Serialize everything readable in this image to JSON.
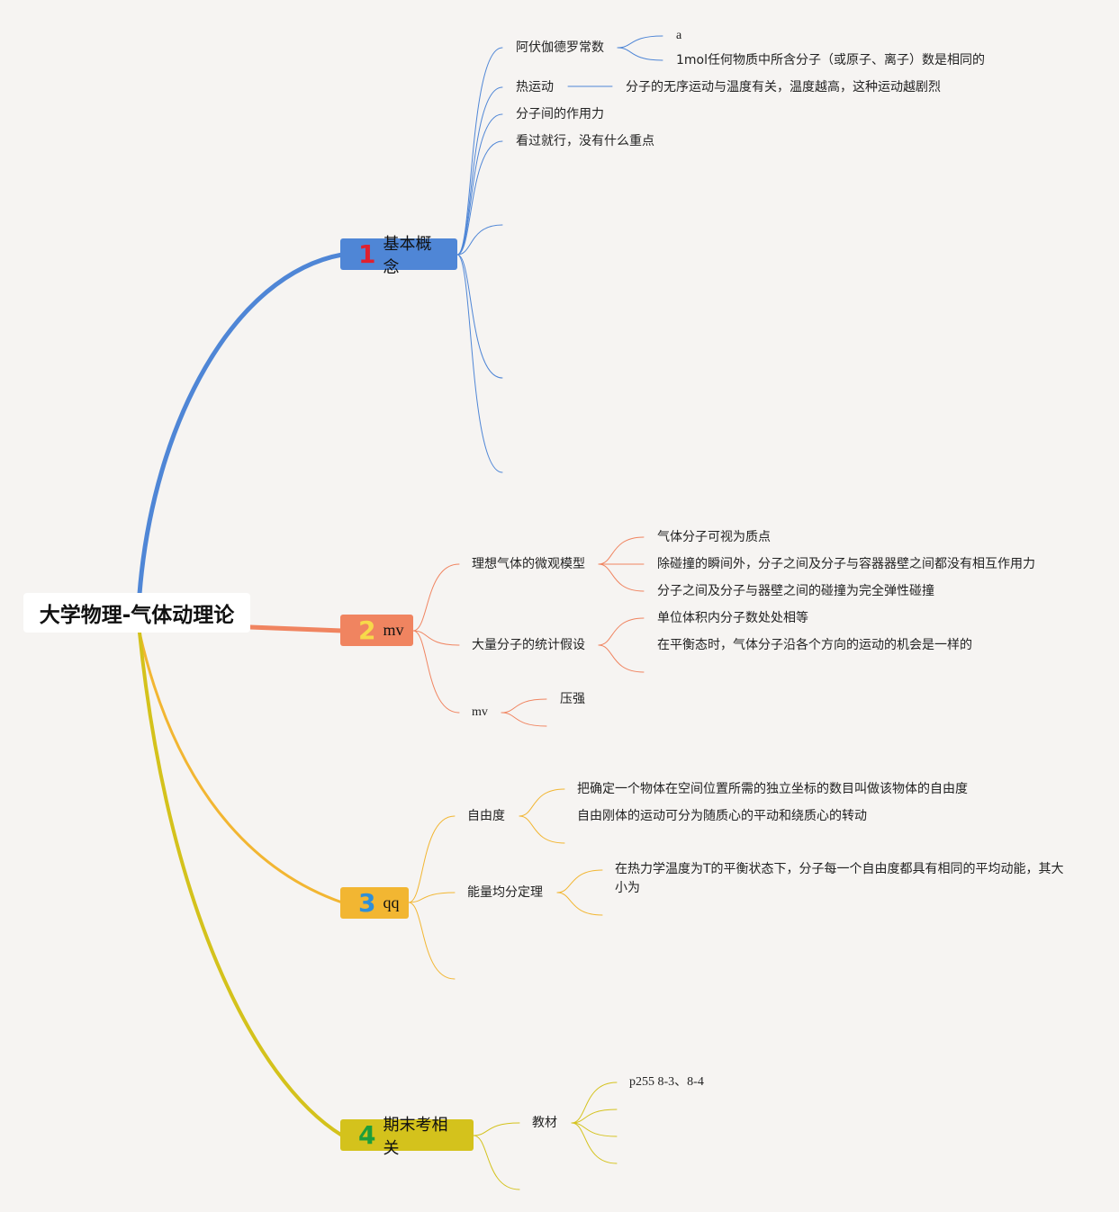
{
  "root": {
    "title": "大学物理-气体动理论"
  },
  "colors": {
    "branch1": "#4f86d6",
    "branch2": "#f08460",
    "branch3": "#f2b632",
    "branch4": "#d4c21c",
    "background": "#f6f4f2"
  },
  "branches": [
    {
      "number": "1",
      "label": "基本概念",
      "children": [
        {
          "label": "阿伏伽德罗常数",
          "children": [
            "a",
            "1mol任何物质中所含分子（或原子、离子）数是相同的"
          ]
        },
        {
          "label": "热运动",
          "children": [
            "分子的无序运动与温度有关，温度越高，这种运动越剧烈"
          ]
        },
        {
          "label": "分子间的作用力"
        },
        {
          "label": "看过就行，没有什么重点"
        }
      ]
    },
    {
      "number": "2",
      "label": "mv",
      "children": [
        {
          "label": "理想气体的微观模型",
          "children": [
            "气体分子可视为质点",
            "除碰撞的瞬间外，分子之间及分子与容器器壁之间都没有相互作用力",
            "分子之间及分子与器壁之间的碰撞为完全弹性碰撞"
          ]
        },
        {
          "label": "大量分子的统计假设",
          "children": [
            "单位体积内分子数处处相等",
            "在平衡态时，气体分子沿各个方向的运动的机会是一样的"
          ]
        },
        {
          "label": "mv",
          "children": [
            "压强"
          ]
        }
      ]
    },
    {
      "number": "3",
      "label": "qq",
      "children": [
        {
          "label": "自由度",
          "children": [
            "把确定一个物体在空间位置所需的独立坐标的数目叫做该物体的自由度",
            "自由刚体的运动可分为随质心的平动和绕质心的转动"
          ]
        },
        {
          "label": "能量均分定理",
          "children": [
            "在热力学温度为T的平衡状态下，分子每一个自由度都具有相同的平均动能，其大小为"
          ]
        }
      ]
    },
    {
      "number": "4",
      "label": "期末考相关",
      "children": [
        {
          "label": "教材",
          "children": [
            "p255 8-3、8-4"
          ]
        }
      ]
    }
  ]
}
